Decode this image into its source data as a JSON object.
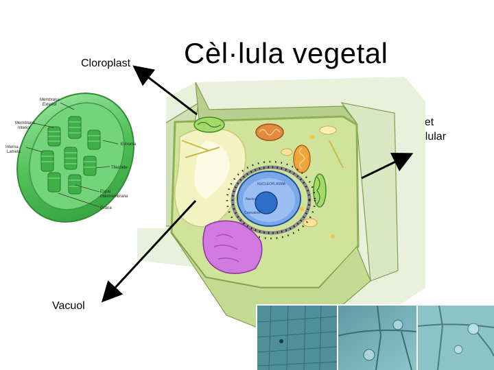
{
  "title": "Cèl·lula vegetal",
  "labels": {
    "cloroplast": "Cloroplast",
    "paret_line1": "Paret",
    "paret_line2": "cel·lular",
    "vacuol": "Vacuol"
  },
  "chloroplast_labels": {
    "membrana_exterior_1": "Membrana",
    "membrana_exterior_2": "Exterior",
    "membrana_interior_1": "Membrana",
    "membrana_interior_2": "Interior",
    "estroma": "Estroma",
    "interna_lamela_1": "Interna",
    "interna_lamela_2": "Lamela",
    "tilacoide": "Tilacoide",
    "espai_1": "Espai",
    "espai_2": "intermembrana",
    "grana": "Grana"
  },
  "cell_labels": {
    "nucleoplasma": "NUCLEOPLASMA",
    "nucleol": "Nucleol",
    "cromatina": "Cromatina"
  },
  "colors": {
    "arrow": "#000000",
    "cell_wall": "#8fb052",
    "cytoplasm": "#cfe39a",
    "vacuole": "#f2f2c2",
    "golgi": "#c66ad6",
    "nucleus": "#3f7fd6",
    "chloroplast": "#5cc85c",
    "micrograph": "#7db5be"
  }
}
